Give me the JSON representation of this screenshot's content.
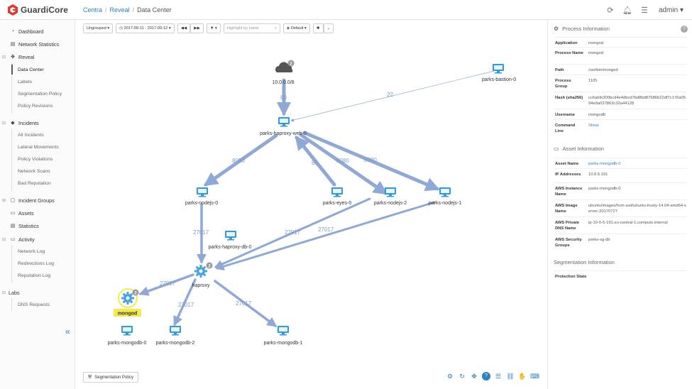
{
  "app": {
    "name": "GuardiCore"
  },
  "breadcrumb": [
    "Centra",
    "Reveal",
    "Data Center"
  ],
  "user": "admin",
  "colors": {
    "accent": "#2d7fc1",
    "edge": "#8fa8d6",
    "highlight": "#f5ea4a",
    "logo": "#e2362f"
  },
  "sidebar": {
    "items": [
      {
        "label": "Dashboard",
        "icon": "dashboard-icon"
      },
      {
        "label": "Network Statistics",
        "icon": "chart-icon"
      },
      {
        "label": "Reveal",
        "icon": "reveal-icon"
      },
      {
        "label": "Incidents",
        "icon": "diamond-icon"
      },
      {
        "label": "Incident Groups",
        "icon": "stack-icon"
      },
      {
        "label": "Assets",
        "icon": "monitor-icon"
      },
      {
        "label": "Statistics",
        "icon": "chart-icon"
      },
      {
        "label": "Activity",
        "icon": "monitor-icon"
      },
      {
        "label": "Labs",
        "icon": ""
      }
    ],
    "reveal_sub": [
      "Data Center",
      "Labels",
      "Segmentation Policy",
      "Policy Revisions"
    ],
    "incidents_sub": [
      "All Incidents",
      "Lateral Movements",
      "Policy Violations",
      "Network Scans",
      "Bad Reputation"
    ],
    "activity_sub": [
      "Network Log",
      "Redirections Log",
      "Reputation Log"
    ],
    "labs_sub": [
      "DNS Requests"
    ]
  },
  "toolbar": {
    "grouping": "Ungrouped",
    "daterange": "2017-09-11 - 2017-09-12",
    "search_placeholder": "Highlight by name",
    "layout": "Default"
  },
  "graph": {
    "nodes": [
      {
        "name": "10.0.0.0/8",
        "type": "cloud",
        "badge": "2"
      },
      {
        "name": "parks-bastion-0",
        "type": "monitor"
      },
      {
        "name": "parks-haproxy-web-0",
        "type": "monitor"
      },
      {
        "name": "parks-nodejs-0",
        "type": "monitor"
      },
      {
        "name": "parks-eyes-0",
        "type": "monitor"
      },
      {
        "name": "parks-nodejs-2",
        "type": "monitor"
      },
      {
        "name": "parks-nodejs-1",
        "type": "monitor"
      },
      {
        "name": "parks-haproxy-db-0",
        "type": "monitor"
      },
      {
        "name": "haproxy",
        "type": "gear",
        "badge": "2"
      },
      {
        "name": "mongod",
        "type": "gear",
        "badge": "2",
        "selected": true
      },
      {
        "name": "parks-mongodb-0",
        "type": "monitor"
      },
      {
        "name": "parks-mongodb-2",
        "type": "monitor"
      },
      {
        "name": "parks-mongodb-1",
        "type": "monitor"
      }
    ],
    "edges": [
      {
        "from": "10.0.0.0/8",
        "to": "parks-haproxy-web-0",
        "port": "80"
      },
      {
        "from": "parks-bastion-0",
        "to": "parks-haproxy-web-0",
        "port": "22"
      },
      {
        "from": "parks-haproxy-web-0",
        "to": "parks-nodejs-0",
        "port": "8080"
      },
      {
        "from": "parks-eyes-0",
        "to": "parks-haproxy-web-0",
        "port": "80"
      },
      {
        "from": "parks-haproxy-web-0",
        "to": "parks-nodejs-2",
        "port": "8080"
      },
      {
        "from": "parks-haproxy-web-0",
        "to": "parks-nodejs-1",
        "port": "8080"
      },
      {
        "from": "parks-nodejs-0",
        "to": "haproxy",
        "port": "27017"
      },
      {
        "from": "parks-nodejs-2",
        "to": "haproxy",
        "port": "27017"
      },
      {
        "from": "parks-nodejs-1",
        "to": "haproxy",
        "port": "27017"
      },
      {
        "from": "haproxy",
        "to": "mongod",
        "port": "27017"
      },
      {
        "from": "haproxy",
        "to": "parks-mongodb-2",
        "port": "27017"
      },
      {
        "from": "haproxy",
        "to": "parks-mongodb-1",
        "port": "27017"
      }
    ]
  },
  "segmentation_button": "Segmentation Policy",
  "panel": {
    "process_title": "Process Information",
    "process": [
      {
        "k": "Application",
        "v": "mongod"
      },
      {
        "k": "Process Name",
        "v": "mongod"
      },
      {
        "k": "Path",
        "v": "/usr/bin/mongod"
      },
      {
        "k": "Process Group",
        "v": "1105"
      },
      {
        "k": "Hash (sha256)",
        "v": "cc6abfe300bcd4e4dbcd7bd8bd87686b22df7c176a0594e9a037863c32a44128"
      },
      {
        "k": "Username",
        "v": "mongodb"
      },
      {
        "k": "Command Line",
        "v": "Show",
        "link": true
      }
    ],
    "asset_title": "Asset Information",
    "asset": [
      {
        "k": "Asset Name",
        "v": "parks-mongodb-0",
        "link": true
      },
      {
        "k": "IP Addresses",
        "v": "10.0.5.191"
      },
      {
        "k": "AWS Instance Name",
        "v": "parks-mongodb-0"
      },
      {
        "k": "AWS Image Name",
        "v": "ubuntu/images/hvm-ssd/ubuntu-trusty-14.04-amd64-server-20170727"
      },
      {
        "k": "AWS Private DNS Name",
        "v": "ip-10-0-5-191.eu-central-1.compute.internal"
      },
      {
        "k": "AWS Security Groups",
        "v": "parks-sg-db"
      }
    ],
    "segmentation_title": "Segmentation Information",
    "segmentation": [
      {
        "k": "Protection State",
        "v": ""
      }
    ]
  }
}
